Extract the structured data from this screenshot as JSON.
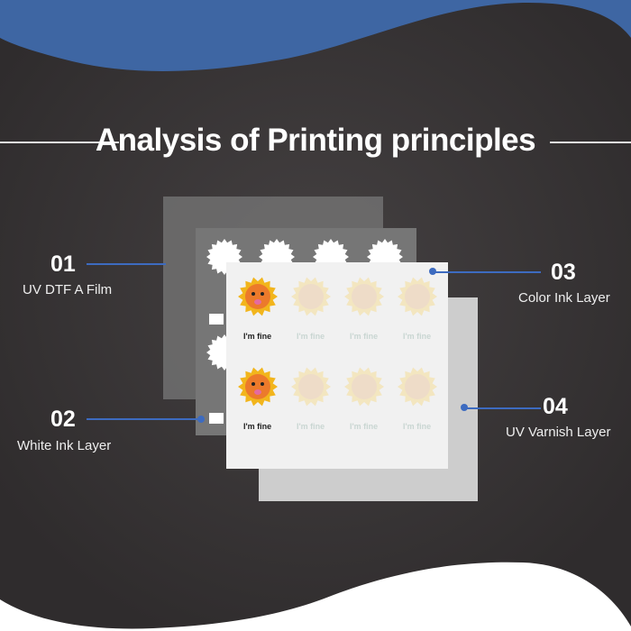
{
  "title": "Analysis of Printing principles",
  "layers": [
    {
      "number": "01",
      "label": "UV DTF A Film"
    },
    {
      "number": "02",
      "label": "White Ink Layer"
    },
    {
      "number": "03",
      "label": "Color Ink Layer"
    },
    {
      "number": "04",
      "label": "UV Varnish Layer"
    }
  ],
  "sticker_text": "I'm fine",
  "colors": {
    "accent": "#3d6bc0",
    "header_wave": "#3e66a3",
    "background": "#3a3637"
  }
}
